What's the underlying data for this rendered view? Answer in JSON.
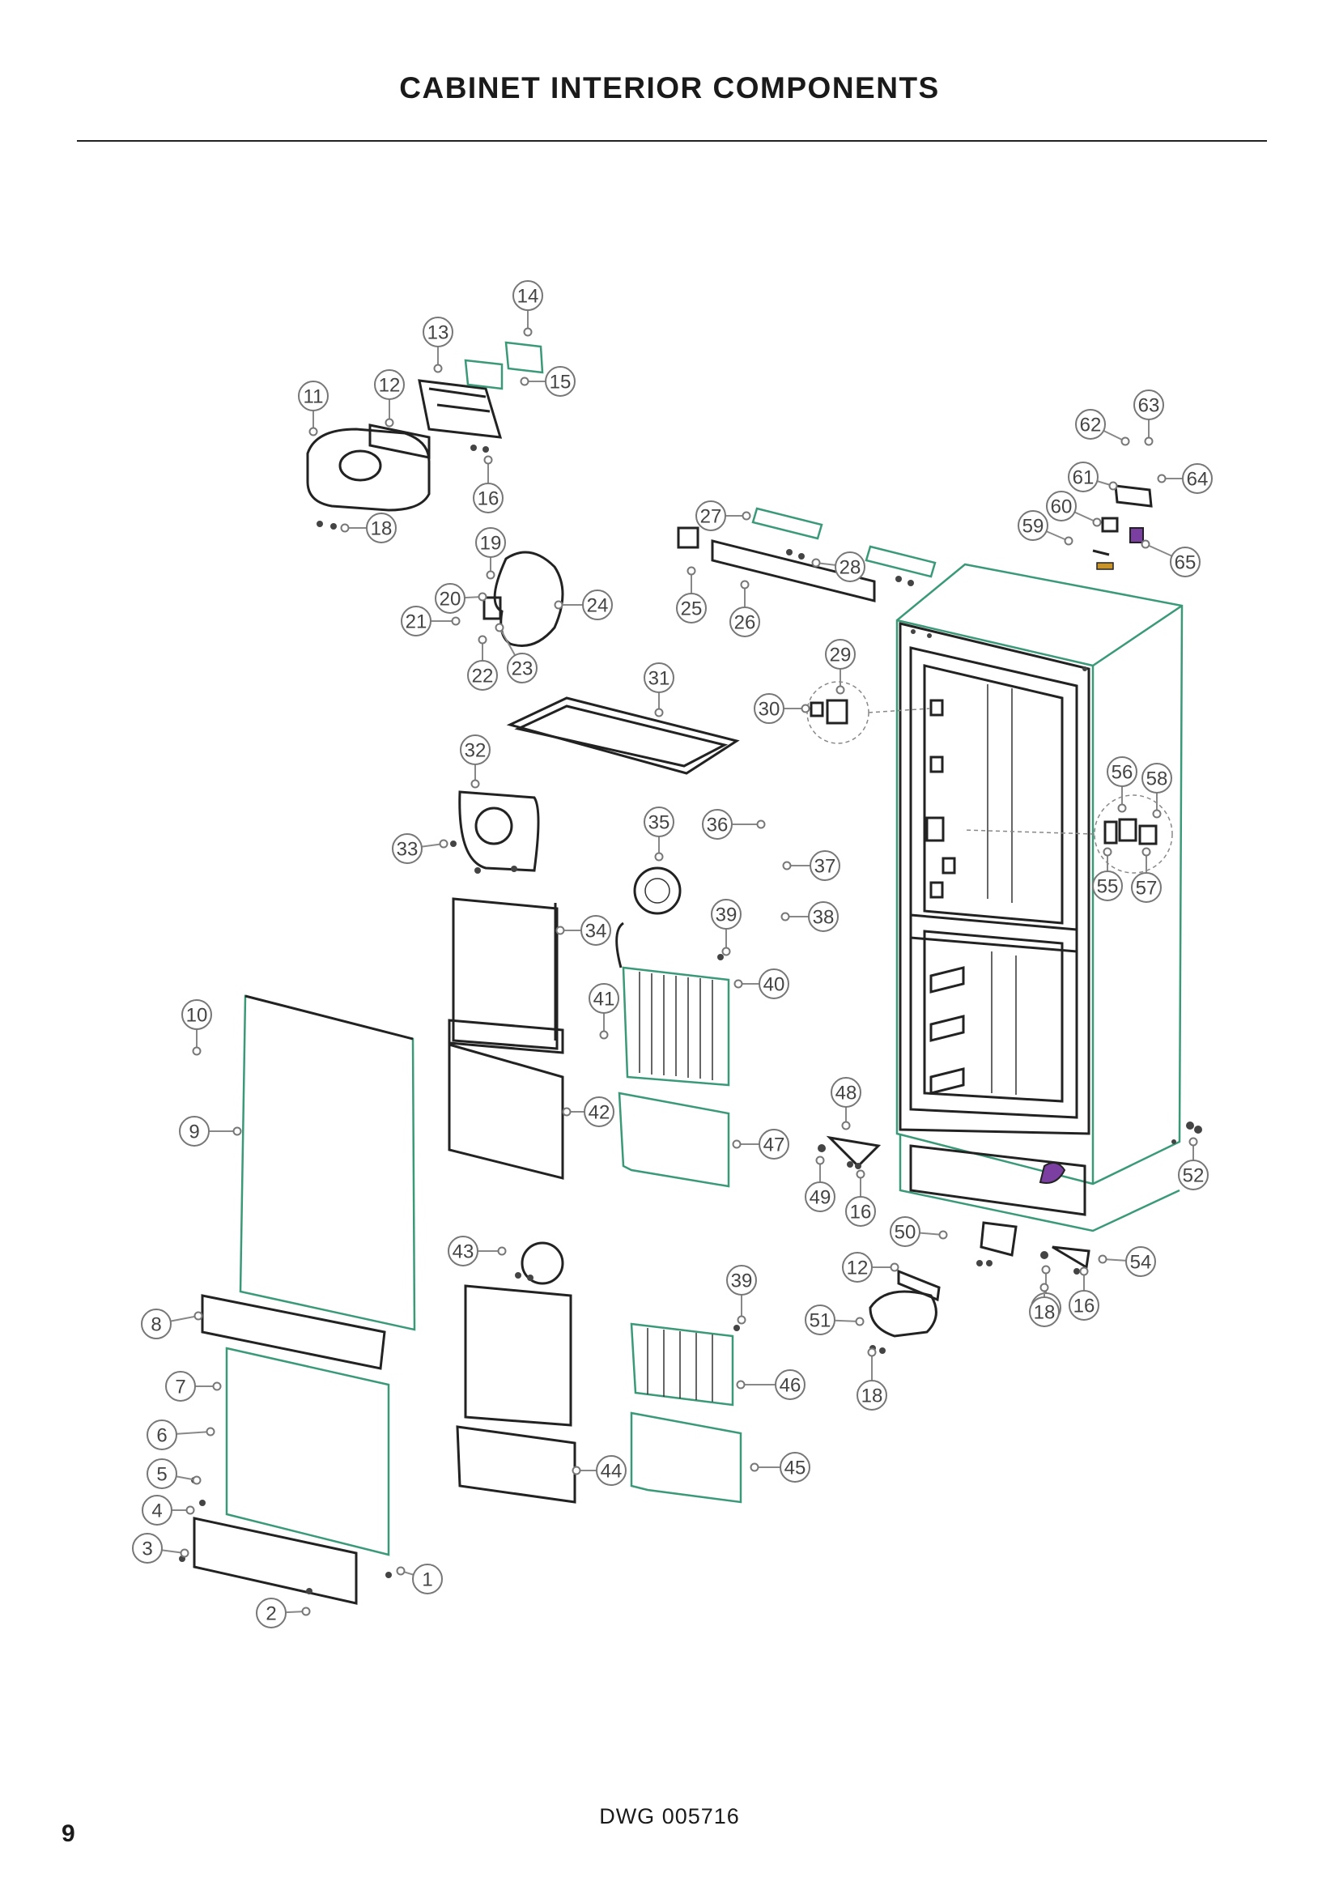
{
  "header": {
    "title": "CABINET INTERIOR COMPONENTS"
  },
  "footer": {
    "drawing_number": "DWG 005716",
    "page_number": "9"
  },
  "callouts": [
    "1",
    "2",
    "3",
    "4",
    "5",
    "6",
    "7",
    "8",
    "9",
    "10",
    "11",
    "12",
    "13",
    "14",
    "15",
    "16",
    "18",
    "19",
    "20",
    "21",
    "22",
    "23",
    "24",
    "25",
    "26",
    "27",
    "28",
    "29",
    "30",
    "31",
    "32",
    "33",
    "34",
    "35",
    "36",
    "37",
    "38",
    "39",
    "40",
    "41",
    "42",
    "43",
    "44",
    "45",
    "46",
    "47",
    "48",
    "49",
    "50",
    "51",
    "52",
    "53",
    "54",
    "55",
    "56",
    "57",
    "58",
    "59",
    "60",
    "61",
    "62",
    "63",
    "64",
    "65"
  ],
  "colors": {
    "cabinet_outline": "#3a9a78",
    "part_outline": "#222222",
    "callout_stroke": "#777777",
    "accent_purple": "#7a3fa0"
  }
}
